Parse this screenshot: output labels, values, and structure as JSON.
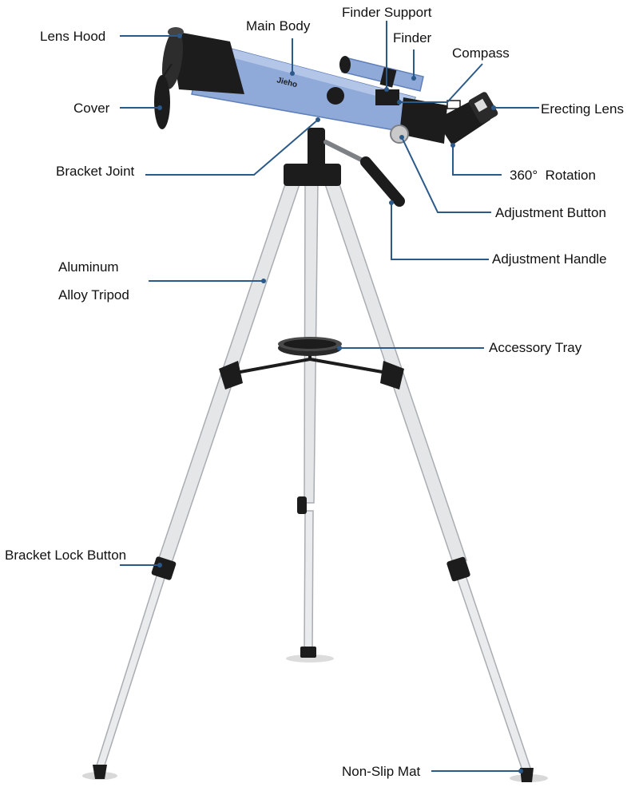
{
  "colors": {
    "leader": "#2b5a8a",
    "tube": "#8fa9d8",
    "tube_dark": "#5f7fb8",
    "black_part": "#1c1c1c",
    "tripod_leg": "#e4e6e8",
    "tripod_edge": "#a9adb2",
    "background": "#ffffff"
  },
  "brand_text": "Jieho",
  "labels": {
    "lens_hood": "Lens Hood",
    "main_body": "Main Body",
    "finder_support": "Finder Support",
    "finder": "Finder",
    "compass": "Compass",
    "cover": "Cover",
    "erecting_lens": "Erecting Lens",
    "bracket_joint": "Bracket Joint",
    "rotation": "360°  Rotation",
    "adjustment_button": "Adjustment Button",
    "adjustment_handle": "Adjustment Handle",
    "alloy_line1": "Aluminum",
    "alloy_line2": "Alloy Tripod",
    "accessory_tray": "Accessory Tray",
    "bracket_lock_button": "Bracket Lock Button",
    "non_slip_mat": "Non-Slip Mat"
  }
}
